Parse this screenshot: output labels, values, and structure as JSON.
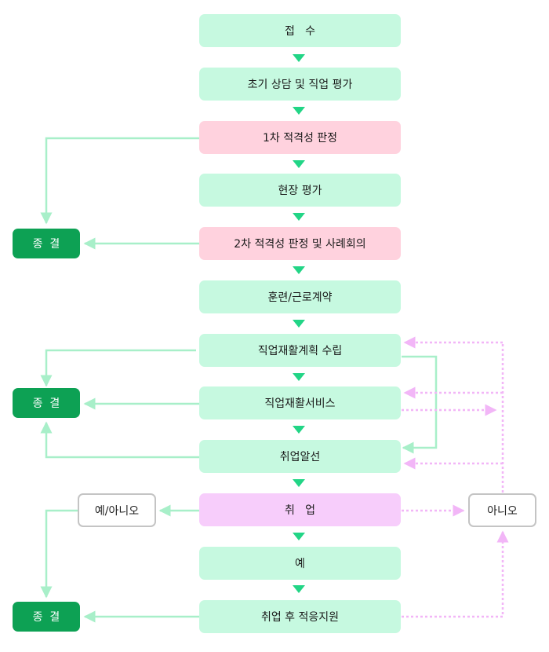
{
  "steps": {
    "reception": "접   수",
    "initial": "초기 상담 및 직업 평가",
    "screen1": "1차 적격성 판정",
    "field": "현장 평가",
    "screen2": "2차 적격성 판정 및 사례회의",
    "training": "훈련/근로계약",
    "plan": "직업재활계획 수립",
    "service": "직업재활서비스",
    "placement": "취업알선",
    "employment": "취   업",
    "yes": "예",
    "followup": "취업 후 적응지원"
  },
  "terminals": {
    "end1": "종  결",
    "end2": "종  결",
    "end3": "종  결"
  },
  "decisions": {
    "yes_no": "예/아니오",
    "no": "아니오"
  },
  "colors": {
    "main_box": "#c6f9e0",
    "screening_box": "#ffd2de",
    "employment_box": "#f7cdfb",
    "terminal_box": "#0da154",
    "arrow_down": "#22d586",
    "connector": "#a8efc9",
    "loop_line": "#f2b6f7"
  }
}
